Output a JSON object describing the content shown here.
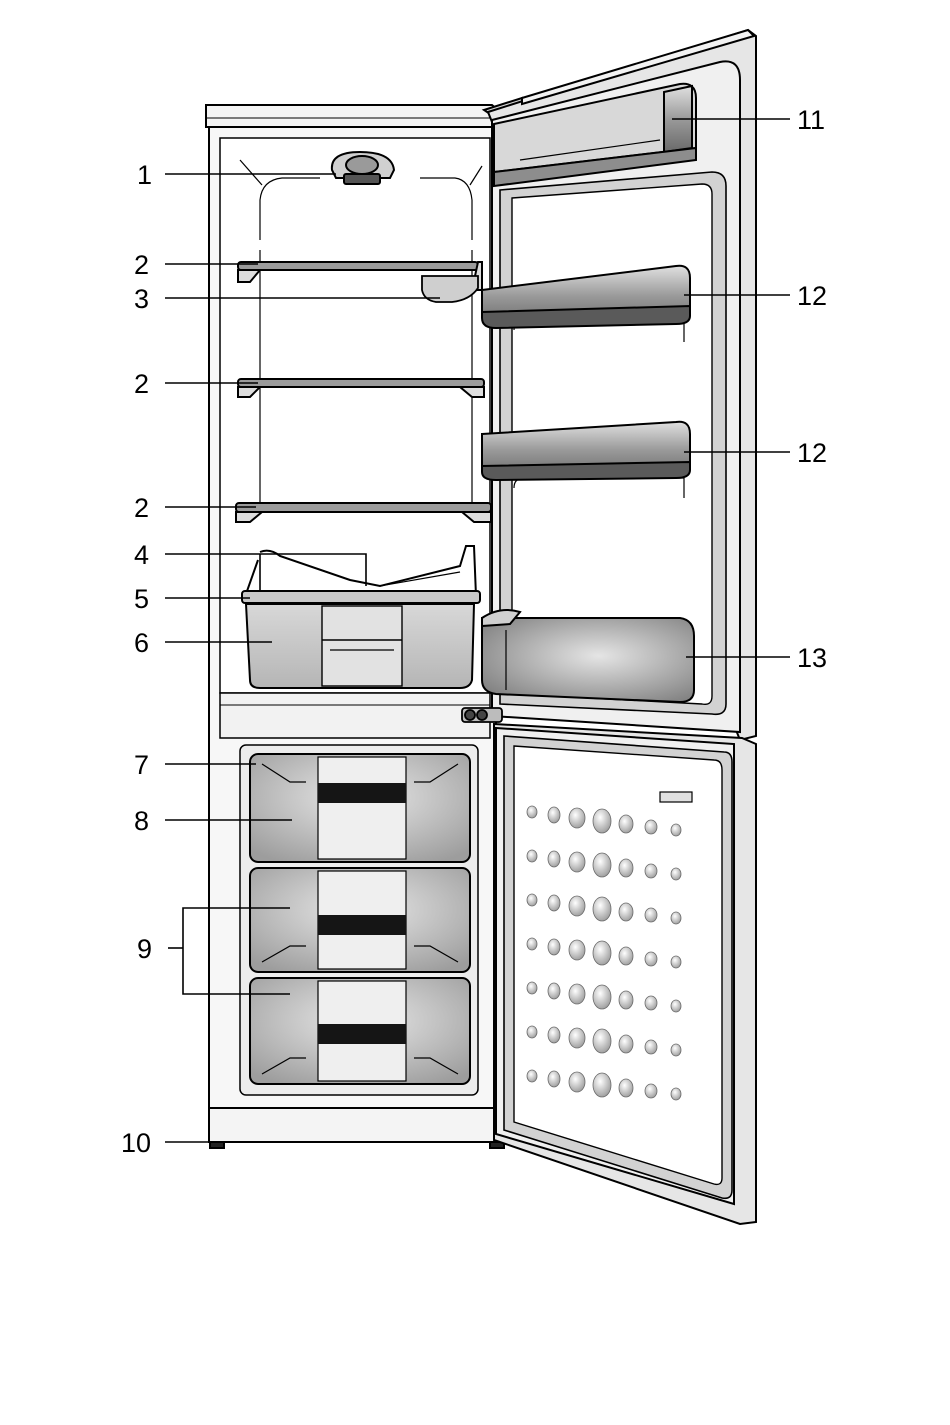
{
  "diagram": {
    "callouts": {
      "c1": "1",
      "c2a": "2",
      "c3": "3",
      "c2b": "2",
      "c2c": "2",
      "c4": "4",
      "c5": "5",
      "c6": "6",
      "c7": "7",
      "c8": "8",
      "c9": "9",
      "c10": "10",
      "c11": "11",
      "c12a": "12",
      "c12b": "12",
      "c13": "13"
    },
    "colors": {
      "outline": "#000000",
      "body": "#f2f2f2",
      "interior": "#ffffff",
      "door_face": "#e6e6e6",
      "gasket": "#cfcfcf",
      "drawer": "#bdbdbd",
      "dark": "#1a1a1a"
    }
  }
}
